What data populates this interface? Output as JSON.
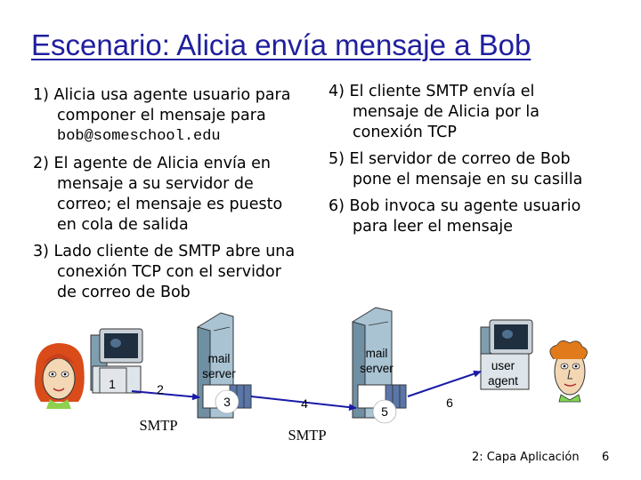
{
  "title": "Escenario: Alicia envía mensaje a Bob",
  "steps_left": [
    {
      "lines": [
        "1) Alicia usa agente usuario para",
        "componer el mensaje para",
        "bob@someschool.edu"
      ]
    },
    {
      "lines": [
        "2) El agente de Alicia envía en",
        "mensaje a su servidor de",
        "correo; el mensaje es puesto",
        "en cola de salida"
      ]
    },
    {
      "lines": [
        "3) Lado cliente de SMTP abre una",
        "conexión TCP con el servidor",
        "de correo de Bob"
      ]
    }
  ],
  "steps_right": [
    {
      "lines": [
        "4) El cliente SMTP envía el",
        "mensaje de Alicia por la",
        "conexión TCP"
      ]
    },
    {
      "lines": [
        "5) El servidor de correo de Bob",
        "pone el mensaje en su casilla"
      ]
    },
    {
      "lines": [
        "6) Bob invoca su agente usuario",
        "para leer el mensaje"
      ]
    }
  ],
  "diagram": {
    "alice_agent_badge": "1",
    "step_markers": [
      "2",
      "3",
      "4",
      "5",
      "6"
    ],
    "server_label": [
      "mail",
      "server"
    ],
    "user_agent_label": [
      "user",
      "agent"
    ],
    "smtp_label": "SMTP"
  },
  "footer": {
    "chapter": "2: Capa Aplicación",
    "page": "6"
  }
}
